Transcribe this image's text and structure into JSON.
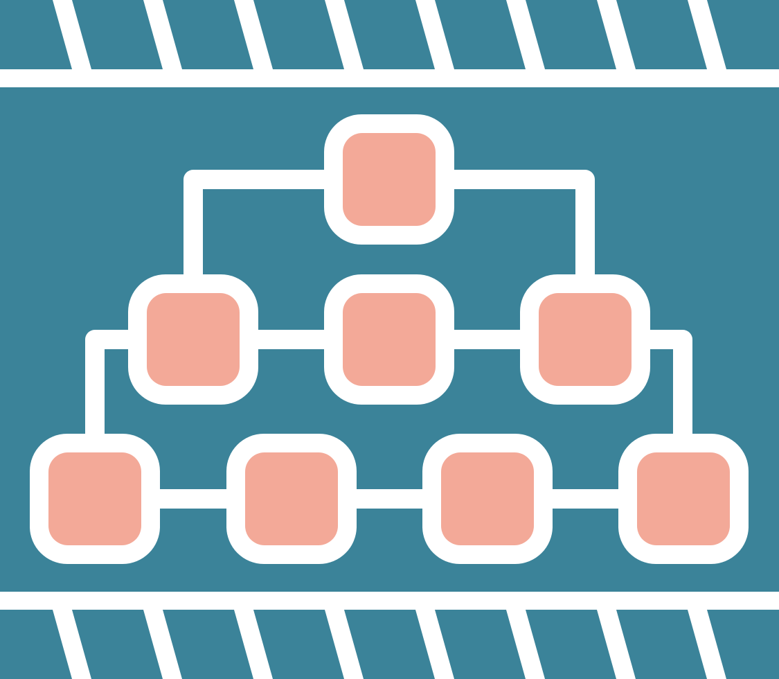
{
  "icon": {
    "name": "hierarchy-structure-icon",
    "colors": {
      "panel": "#3B8399",
      "outline": "#FFFFFF",
      "node_fill": "#F3A998"
    },
    "levels": [
      {
        "level": 1,
        "node_count": 1
      },
      {
        "level": 2,
        "node_count": 3
      },
      {
        "level": 3,
        "node_count": 4
      }
    ],
    "decorations": {
      "top_band": "diagonal-stripes",
      "bottom_band": "diagonal-stripes"
    }
  }
}
